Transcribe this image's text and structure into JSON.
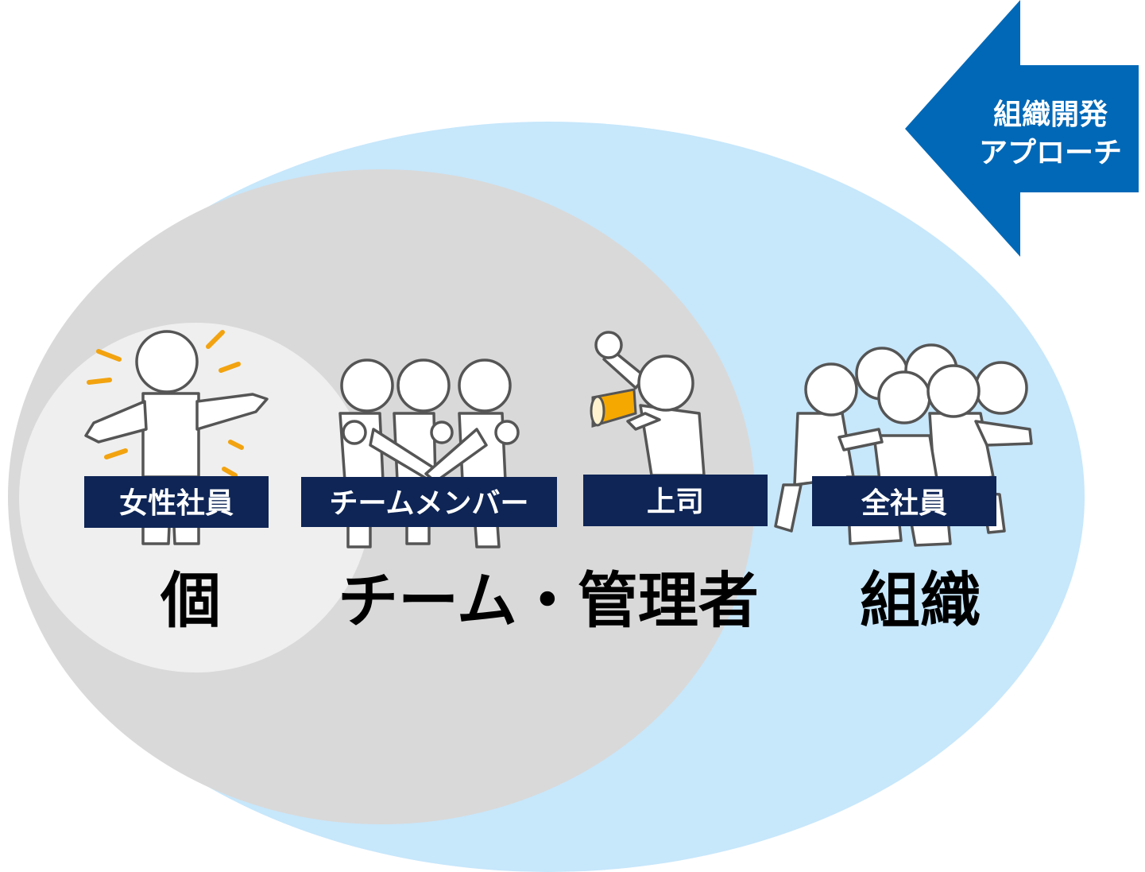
{
  "colors": {
    "organization_ellipse": "#c7e7fb",
    "team_ellipse": "#d9d9d9",
    "individual_ellipse": "#efefef",
    "tag_background": "#0e2556",
    "arrow": "#0068b7",
    "spark": "#f2a30f",
    "megaphone": "#f5a800"
  },
  "arrow": {
    "line1": "組織開発",
    "line2": "アプローチ",
    "icon": "arrow-left-icon"
  },
  "tags": {
    "female_employee": "女性社員",
    "team_member": "チームメンバー",
    "boss": "上司",
    "all_employees": "全社員"
  },
  "levels": {
    "individual": "個",
    "team_manager": "チーム・管理者",
    "organization": "組織"
  },
  "figures": {
    "individual": "confident-person-icon",
    "team": "team-huddle-icon",
    "boss": "megaphone-boss-icon",
    "organization": "crowd-running-icon"
  }
}
